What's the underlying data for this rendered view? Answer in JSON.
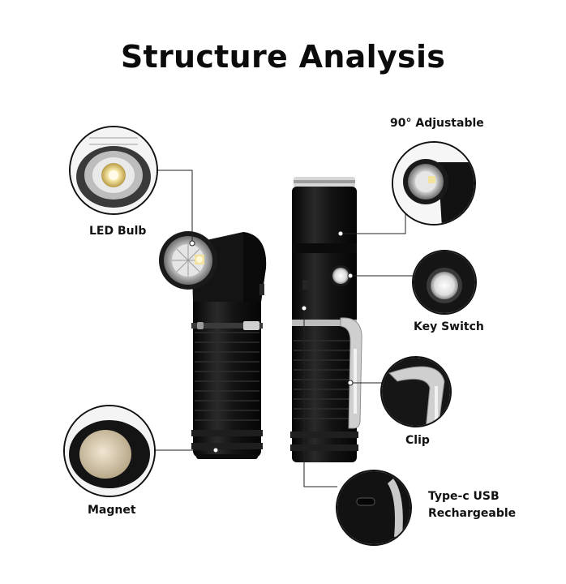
{
  "title": "Structure Analysis",
  "labels": {
    "led_bulb": "LED Bulb",
    "adjustable": "90° Adjustable",
    "key_switch": "Key Switch",
    "clip": "Clip",
    "magnet": "Magnet",
    "usb_line1": "Type-c USB",
    "usb_line2": "Rechargeable"
  },
  "colors": {
    "body": "#141414",
    "accent_silver": "#c9c9c9",
    "led": "#f2e2a0",
    "background": "#ffffff"
  }
}
